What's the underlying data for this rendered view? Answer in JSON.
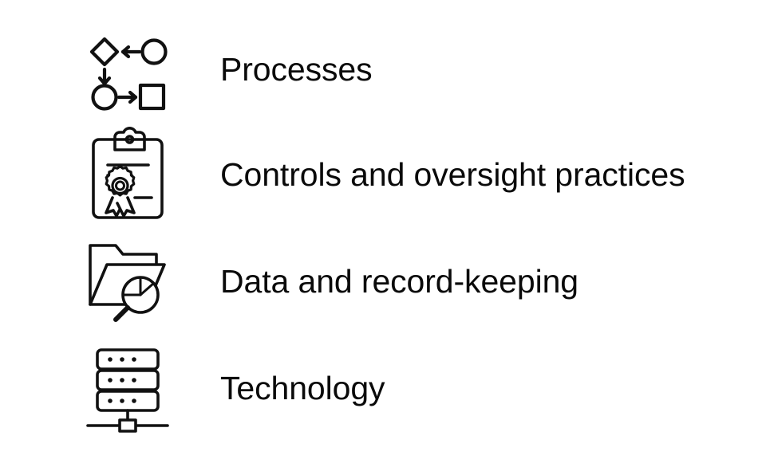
{
  "slide": {
    "background_color": "#ffffff",
    "text_color": "#0a0a0a",
    "stroke_color": "#111111"
  },
  "items": [
    {
      "id": "processes",
      "label": "Processes",
      "icon": "process-flowchart-icon",
      "icon_parts": [
        "diamond-shape",
        "circle-shape",
        "square-shape",
        "arrow-left",
        "arrow-down",
        "arrow-right"
      ]
    },
    {
      "id": "controls",
      "label": "Controls and oversight practices",
      "icon": "clipboard-certificate-icon",
      "icon_parts": [
        "clipboard-board",
        "clipboard-clip",
        "text-line",
        "award-seal-rosette",
        "ribbon-tails"
      ]
    },
    {
      "id": "data",
      "label": "Data and record-keeping",
      "icon": "folder-magnifier-icon",
      "icon_parts": [
        "open-folder",
        "magnifying-glass",
        "pie-chart"
      ]
    },
    {
      "id": "technology",
      "label": "Technology",
      "icon": "server-rack-icon",
      "icon_parts": [
        "server-unit",
        "status-dots",
        "network-line",
        "network-node"
      ]
    }
  ]
}
